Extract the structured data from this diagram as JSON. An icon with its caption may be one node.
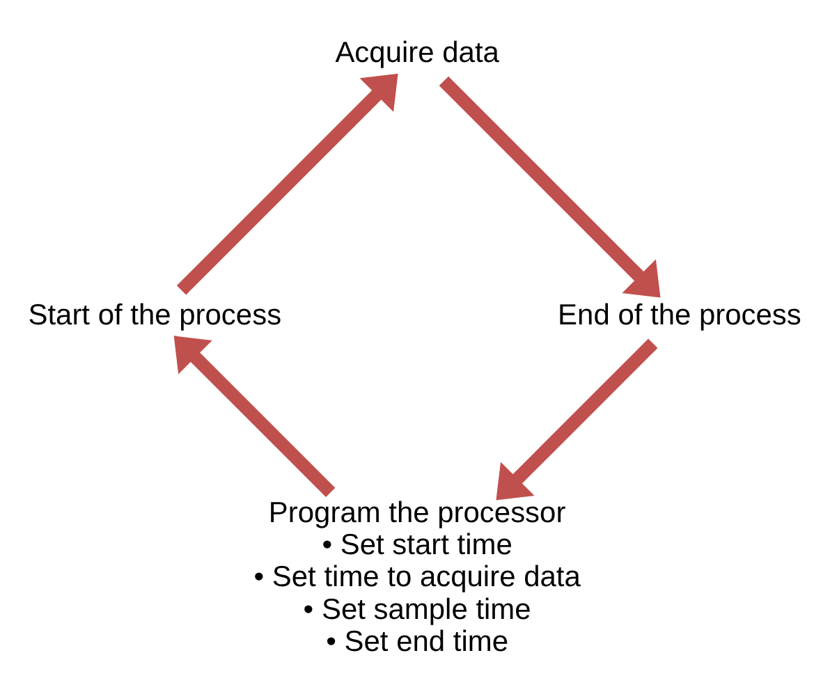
{
  "diagram": {
    "nodes": [
      {
        "text": [
          "Program the processor",
          "• Set start time",
          "• Set time to acquire data",
          "• Set sample time",
          "• Set end time"
        ]
      },
      {
        "text": [
          "End of the process"
        ]
      },
      {
        "text": [
          "Acquire data"
        ]
      },
      {
        "text": [
          "Start of the process"
        ]
      }
    ],
    "edges": [
      {
        "from": 0,
        "to": 3,
        "arrow": "to"
      },
      {
        "from": 3,
        "to": 2,
        "arrow": "to"
      },
      {
        "from": 2,
        "to": 1,
        "arrow": "to"
      },
      {
        "from": 1,
        "to": 0,
        "arrow": "to"
      }
    ]
  }
}
